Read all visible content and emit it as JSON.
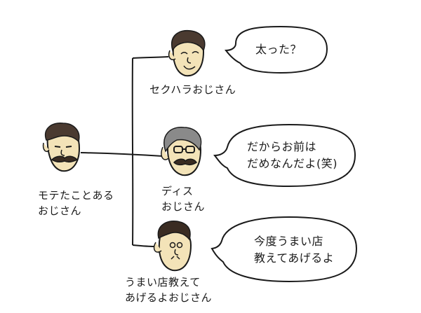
{
  "characters": {
    "mote": {
      "label": "モテたことある\nおじさん"
    },
    "sekuhara": {
      "label": "セクハラおじさん",
      "speech": "太った？"
    },
    "dis": {
      "label": "ディス\nおじさん",
      "speech": "だからお前は\nだめなんだよ(笑)"
    },
    "umai": {
      "label": "うまい店教えて\nあげるよおじさん",
      "speech": "今度うまい店\n教えてあげるよ"
    }
  },
  "colors": {
    "line": "#1a1a1a",
    "hair": "#4a3a30",
    "hair_grey": "#8a8a8a",
    "skin": "#f3e3b8",
    "mustache": "#3a2c22"
  }
}
